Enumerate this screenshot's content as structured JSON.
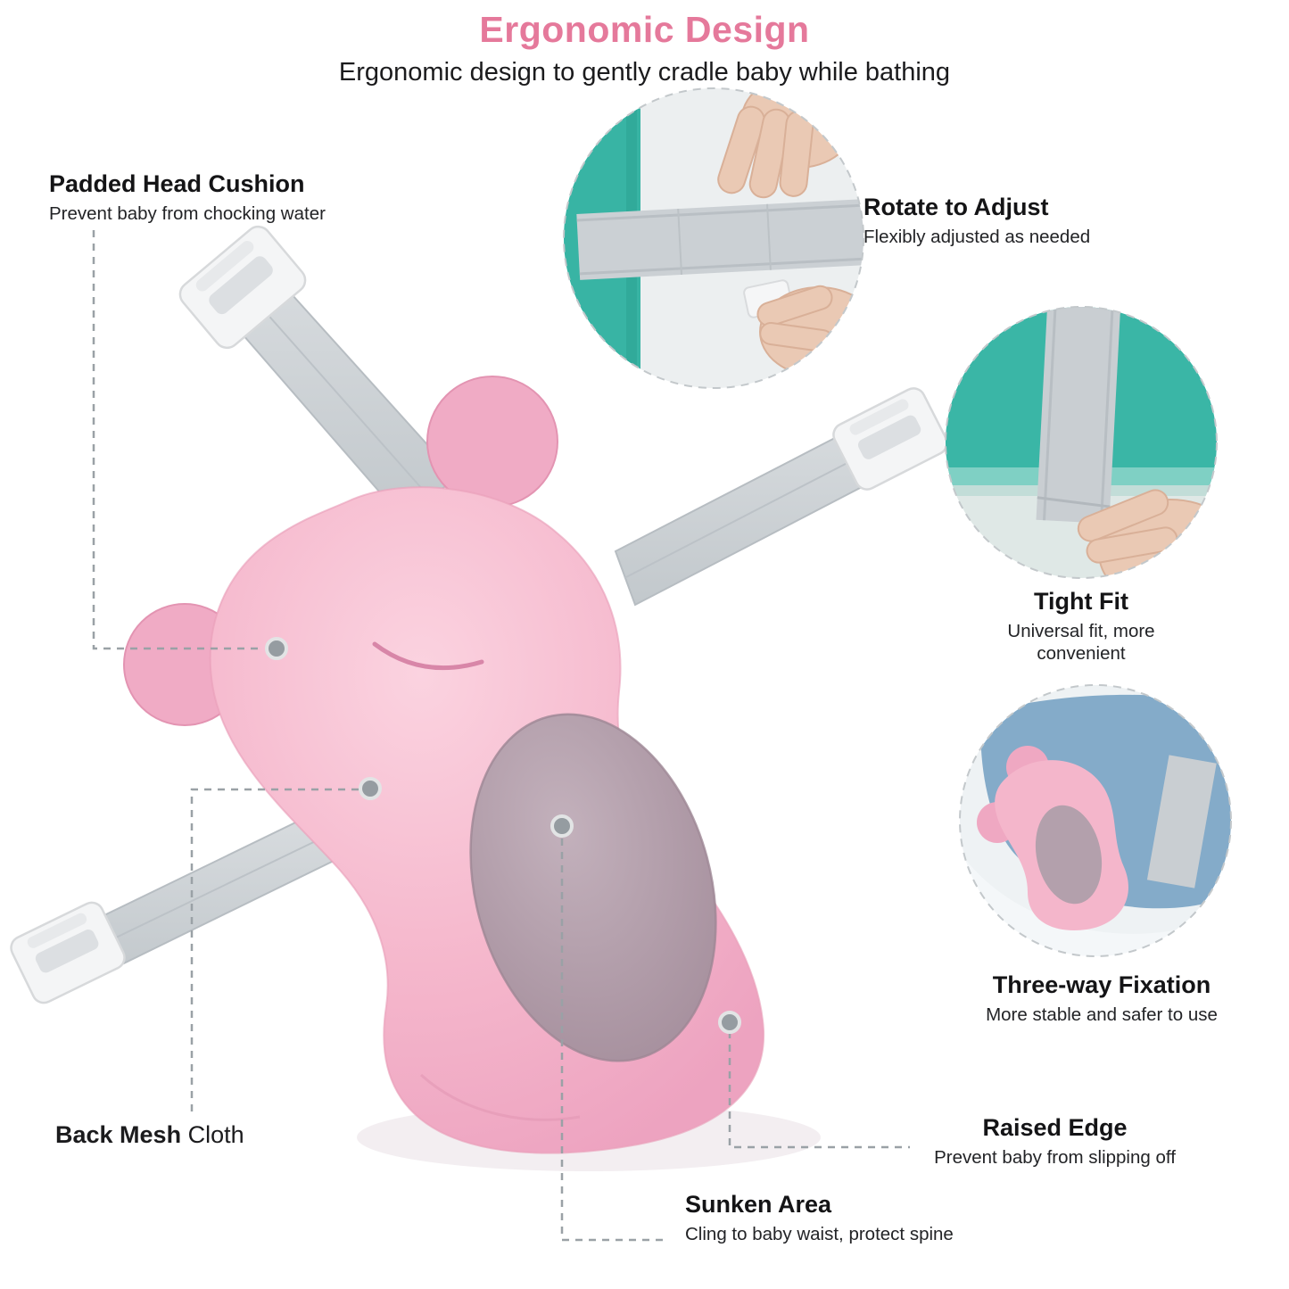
{
  "header": {
    "title": "Ergonomic Design",
    "subtitle": "Ergonomic design to gently cradle baby while bathing"
  },
  "callouts": {
    "padded_head": {
      "title": "Padded Head Cushion",
      "desc": "Prevent baby from chocking water"
    },
    "rotate_adjust": {
      "title": "Rotate to Adjust",
      "desc": "Flexibly adjusted as needed"
    },
    "tight_fit": {
      "title": "Tight Fit",
      "desc": "Universal fit, more convenient"
    },
    "three_way": {
      "title": "Three-way Fixation",
      "desc": "More stable and safer to use"
    },
    "back_mesh": {
      "title_bold": "Back Mesh",
      "title_normal": " Cloth"
    },
    "raised_edge": {
      "title": "Raised Edge",
      "desc": "Prevent baby from slipping off"
    },
    "sunken_area": {
      "title": "Sunken Area",
      "desc": "Cling to baby waist, protect spine"
    }
  },
  "colors": {
    "title_pink": "#e5799b",
    "cushion_pink": "#f5b7cc",
    "sunken_gray": "#ab93a0",
    "strap_gray": "#ccd1d5",
    "tub_teal": "#3ab6a6",
    "text_dark": "#1b1b1d"
  }
}
